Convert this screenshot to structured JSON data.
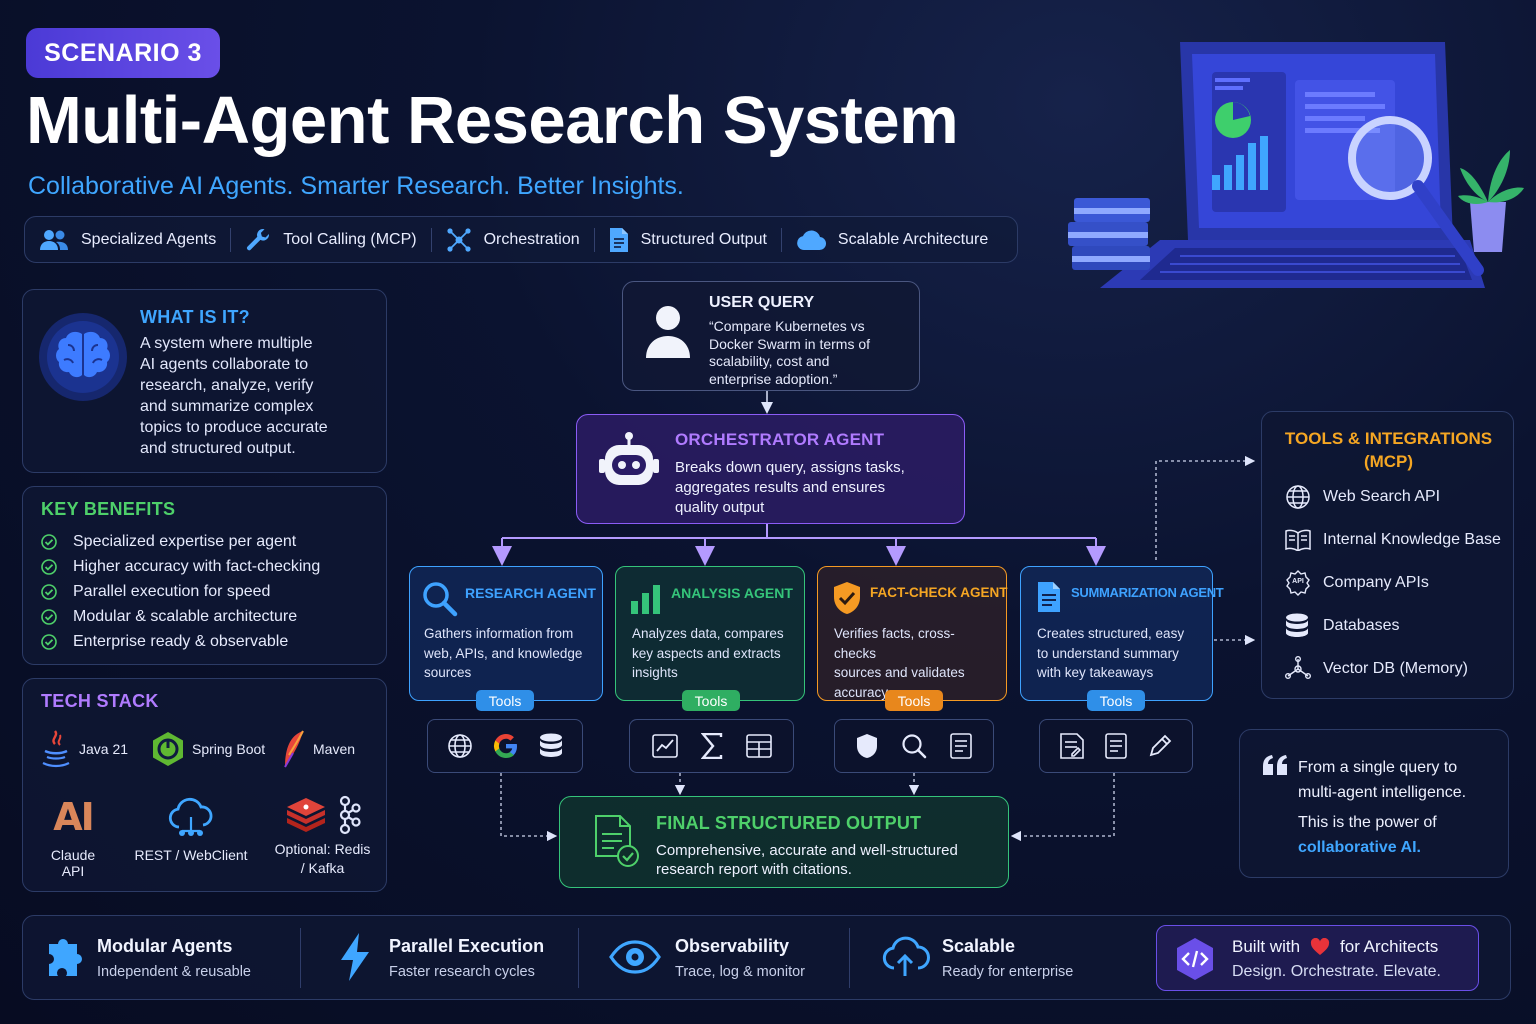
{
  "header": {
    "badge": "SCENARIO 3",
    "title": "Multi-Agent Research System",
    "subtitle": "Collaborative AI Agents. Smarter Research. Better Insights."
  },
  "features": [
    {
      "label": "Specialized Agents",
      "icon": "people-icon"
    },
    {
      "label": "Tool Calling (MCP)",
      "icon": "wrench-icon"
    },
    {
      "label": "Orchestration",
      "icon": "network-icon"
    },
    {
      "label": "Structured Output",
      "icon": "document-icon"
    },
    {
      "label": "Scalable Architecture",
      "icon": "cloud-icon"
    }
  ],
  "what_is_it": {
    "title": "WHAT IS IT?",
    "lines": [
      "A system where multiple",
      "AI agents collaborate to",
      "research, analyze, verify",
      "and summarize complex",
      "topics to produce accurate",
      "and structured output."
    ]
  },
  "key_benefits": {
    "title": "KEY BENEFITS",
    "items": [
      "Specialized expertise per agent",
      "Higher accuracy with fact-checking",
      "Parallel execution for speed",
      "Modular & scalable architecture",
      "Enterprise ready & observable"
    ]
  },
  "tech_stack": {
    "title": "TECH STACK",
    "items": [
      {
        "label": "Java 21",
        "icon": "java-icon"
      },
      {
        "label": "Spring Boot",
        "icon": "spring-boot-icon"
      },
      {
        "label": "Maven",
        "icon": "maven-feather-icon"
      },
      {
        "label": "Claude API",
        "icon": "anthropic-icon",
        "logo_text": "AI"
      },
      {
        "label": "REST / WebClient",
        "icon": "cloud-network-icon"
      },
      {
        "label": "Optional: Redis",
        "label2": "/ Kafka",
        "icon": "redis-kafka-icon"
      }
    ]
  },
  "user_query": {
    "title": "USER QUERY",
    "lines": [
      "“Compare Kubernetes vs",
      "Docker Swarm in terms of",
      "scalability, cost and",
      "enterprise adoption.”"
    ]
  },
  "orchestrator": {
    "title": "ORCHESTRATOR AGENT",
    "lines": [
      "Breaks down query, assigns tasks,",
      "aggregates results and ensures",
      "quality output"
    ]
  },
  "agents": [
    {
      "title": "RESEARCH AGENT",
      "lines": [
        "Gathers information from",
        "web, APIs, and knowledge",
        "sources"
      ],
      "tools_label": "Tools",
      "color": "#3ea2ff",
      "icon": "magnifier-icon",
      "tools": [
        "globe-icon",
        "google-icon",
        "database-icon"
      ]
    },
    {
      "title": "ANALYSIS AGENT",
      "lines": [
        "Analyzes data, compares",
        "key aspects and extracts",
        "insights"
      ],
      "tools_label": "Tools",
      "color": "#35c47a",
      "icon": "bar-chart-icon",
      "tools": [
        "line-chart-icon",
        "sigma-icon",
        "table-icon"
      ]
    },
    {
      "title": "FACT-CHECK AGENT",
      "lines": [
        "Verifies facts, cross-checks",
        "sources and validates",
        "accuracy"
      ],
      "tools_label": "Tools",
      "color": "#f59a23",
      "icon": "shield-check-icon",
      "tools": [
        "shield-icon",
        "search-icon",
        "document-icon"
      ]
    },
    {
      "title": "SUMMARIZATION AGENT",
      "lines": [
        "Creates structured, easy",
        "to understand summary",
        "with key takeaways"
      ],
      "tools_label": "Tools",
      "color": "#3ea2ff",
      "icon": "document-icon",
      "tools": [
        "notes-icon",
        "document-icon",
        "pencil-icon"
      ]
    }
  ],
  "final_output": {
    "title": "FINAL STRUCTURED OUTPUT",
    "lines": [
      "Comprehensive, accurate and well-structured",
      "research report with citations."
    ]
  },
  "tools_integrations": {
    "title_line1": "TOOLS & INTEGRATIONS",
    "title_line2": "(MCP)",
    "items": [
      {
        "label": "Web Search API",
        "icon": "globe-icon"
      },
      {
        "label": "Internal Knowledge Base",
        "icon": "book-icon"
      },
      {
        "label": "Company APIs",
        "icon": "api-icon",
        "icon_text": "API"
      },
      {
        "label": "Databases",
        "icon": "database-icon"
      },
      {
        "label": "Vector DB (Memory)",
        "icon": "vector-graph-icon"
      }
    ]
  },
  "quote": {
    "line1": "From a single query to",
    "line2": "multi-agent intelligence.",
    "line3": "This is the power of",
    "highlight": "collaborative AI."
  },
  "bottom": [
    {
      "title": "Modular Agents",
      "sub": "Independent & reusable",
      "icon": "puzzle-icon"
    },
    {
      "title": "Parallel Execution",
      "sub": "Faster research cycles",
      "icon": "lightning-icon"
    },
    {
      "title": "Observability",
      "sub": "Trace, log & monitor",
      "icon": "eye-icon"
    },
    {
      "title": "Scalable",
      "sub": "Ready for enterprise",
      "icon": "cloud-upload-icon"
    }
  ],
  "built_with": {
    "prefix": "Built with",
    "suffix": "for Architects",
    "tagline": "Design. Orchestrate. Elevate.",
    "icon": "code-icon"
  },
  "colors": {
    "accent_purple": "#a77bff",
    "accent_blue": "#3fa6ff",
    "accent_green": "#4ed06a",
    "accent_orange": "#f5a623",
    "background": "#0b1330"
  }
}
